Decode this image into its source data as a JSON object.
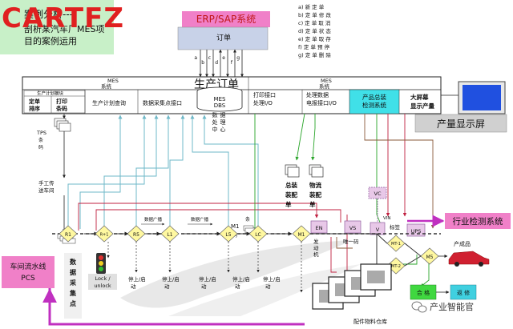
{
  "logo": "CARTFZ",
  "title_box": {
    "line1": "案例分析---",
    "line2": "剖析某汽车厂MES项",
    "line3": "目的案例运用"
  },
  "erp": {
    "title": "ERP/SAP系统",
    "order": "订单",
    "arrow_labels": [
      "a",
      "b",
      "c",
      "d",
      "e",
      "f",
      "g"
    ]
  },
  "notes": [
    "a)  新  定  单",
    "b)  定  单  修  改",
    "c)  定  单  取  消",
    "d)  定  单  状  态",
    "e)  定  单  取  存",
    "f)  定  单  预  停",
    "g)  定  单  删  除"
  ],
  "mes_bar": {
    "label1": "MES",
    "label1b": "系统",
    "label2": "MES",
    "label2b": "系统",
    "big_label": "生产订单",
    "plan_group": "生产计划模块",
    "order_seq": [
      "定单",
      "排序"
    ],
    "print_order": [
      "打印",
      "条码"
    ],
    "plan_query": "生产计划查询",
    "data_iface": "数据采集点接口",
    "print_iface": [
      "打印接口",
      "处理I/O"
    ],
    "data_proc": [
      "处理数据",
      "电报接口I/O"
    ],
    "quality": [
      "产品总装",
      "检测系统"
    ],
    "big_screen": [
      "大屏幕",
      "显示产量"
    ]
  },
  "mes_center": {
    "line1": "MES",
    "line2": "DBS",
    "vertical": [
      "数",
      "据",
      "处",
      "理",
      "中",
      "心"
    ]
  },
  "output_display": "产量显示屏",
  "tps": [
    "TPS",
    "条",
    "码"
  ],
  "manual_trans": [
    "手工传",
    "送车间"
  ],
  "print_label": [
    "M1",
    "条",
    "码"
  ],
  "broadcast1": "数据广播",
  "broadcast2": "数据广播",
  "assembly_list": [
    "总装",
    "装配",
    "单"
  ],
  "logistics_list": [
    "物流",
    "装配",
    "单"
  ],
  "stations": {
    "vc": "VC",
    "en": "EN",
    "vs": "VS",
    "v": "V",
    "vin": "VIN",
    "vin_label": "标签",
    "ups": "UPS",
    "engine": [
      "发",
      "动",
      "机"
    ],
    "unique": "唯一码"
  },
  "qc_system": "行业检测系统",
  "nodes": [
    "R1",
    "R+1",
    "R5",
    "L1",
    "L5",
    "LC",
    "M1",
    "MT-1",
    "MT-2",
    "M5"
  ],
  "product": "产成品",
  "pcs": [
    "车间流水线",
    "PCS"
  ],
  "collection_point": [
    "数",
    "据",
    "采",
    "集",
    "点"
  ],
  "lock_label": [
    "Lock /",
    "unlock"
  ],
  "stop_start": [
    "停上/启",
    "动"
  ],
  "stop_start_count": 5,
  "bottom_boxes": [
    "合  格",
    "返  修"
  ],
  "warehouse": "配件物料仓库",
  "watermark": "产业智能官"
}
